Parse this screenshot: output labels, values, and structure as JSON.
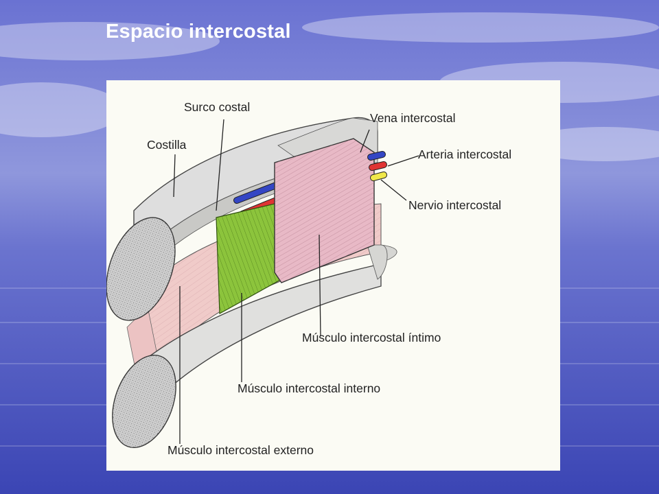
{
  "slide": {
    "title": "Espacio intercostal"
  },
  "figure": {
    "labels": {
      "surco_costal": "Surco costal",
      "costilla": "Costilla",
      "vena_intercostal": "Vena intercostal",
      "arteria_intercostal": "Arteria intercostal",
      "nervio_intercostal": "Nervio intercostal",
      "musculo_intimo": "Músculo intercostal íntimo",
      "musculo_interno": "Músculo intercostal interno",
      "musculo_externo": "Músculo intercostal externo"
    },
    "colors": {
      "vein": "#3446c4",
      "artery": "#e03434",
      "nerve": "#f0e84a",
      "intimo_muscle": "#e8b8c8",
      "interno_muscle": "#8cc43c",
      "externo_muscle": "#f0c8c8",
      "rib": "#d8d8d4"
    }
  }
}
